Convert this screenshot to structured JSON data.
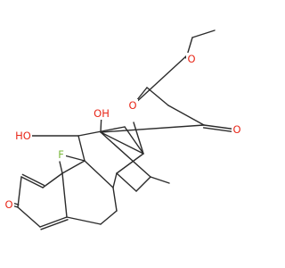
{
  "molecule": {
    "atom_labels": {
      "ester_ether_oxygen": "O",
      "ester_carbonyl_oxygen": "O",
      "ketone_oxygen_c20": "O",
      "hydroxyl_c17": "OH",
      "hydroxyl_c11": "HO",
      "fluorine_c9": "F",
      "enone_oxygen_c3": "O"
    },
    "colors": {
      "bond": "#2b2b2b",
      "oxygen": "#e8281a",
      "fluorine": "#7ab83a"
    }
  }
}
